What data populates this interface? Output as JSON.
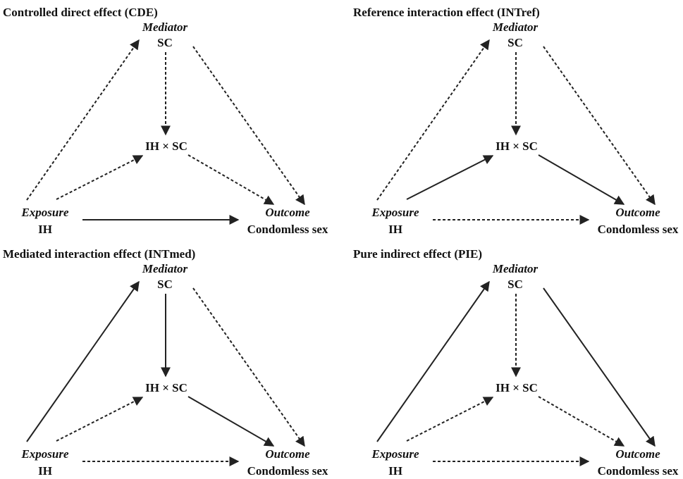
{
  "panels": [
    {
      "title": "Controlled direct effect (CDE)",
      "mediator_role": "Mediator",
      "mediator": "SC",
      "interaction": "IH × SC",
      "exposure_role": "Exposure",
      "exposure": "IH",
      "outcome_role": "Outcome",
      "outcome": "Condomless sex",
      "edges": {
        "exposure_mediator": "dashed",
        "mediator_interaction": "dashed",
        "mediator_outcome": "dashed",
        "exposure_interaction": "dashed",
        "interaction_outcome": "dashed",
        "exposure_outcome": "solid"
      }
    },
    {
      "title": "Reference interaction effect (INTref)",
      "mediator_role": "Mediator",
      "mediator": "SC",
      "interaction": "IH × SC",
      "exposure_role": "Exposure",
      "exposure": "IH",
      "outcome_role": "Outcome",
      "outcome": "Condomless sex",
      "edges": {
        "exposure_mediator": "dashed",
        "mediator_interaction": "dashed",
        "mediator_outcome": "dashed",
        "exposure_interaction": "solid",
        "interaction_outcome": "solid",
        "exposure_outcome": "dashed"
      }
    },
    {
      "title": "Mediated interaction effect (INTmed)",
      "mediator_role": "Mediator",
      "mediator": "SC",
      "interaction": "IH × SC",
      "exposure_role": "Exposure",
      "exposure": "IH",
      "outcome_role": "Outcome",
      "outcome": "Condomless sex",
      "edges": {
        "exposure_mediator": "solid",
        "mediator_interaction": "solid",
        "mediator_outcome": "dashed",
        "exposure_interaction": "dashed",
        "interaction_outcome": "solid",
        "exposure_outcome": "dashed"
      }
    },
    {
      "title": "Pure indirect effect (PIE)",
      "mediator_role": "Mediator",
      "mediator": "SC",
      "interaction": "IH × SC",
      "exposure_role": "Exposure",
      "exposure": "IH",
      "outcome_role": "Outcome",
      "outcome": "Condomless sex",
      "edges": {
        "exposure_mediator": "solid",
        "mediator_interaction": "dashed",
        "mediator_outcome": "solid",
        "exposure_interaction": "dashed",
        "interaction_outcome": "dashed",
        "exposure_outcome": "dashed"
      }
    }
  ]
}
